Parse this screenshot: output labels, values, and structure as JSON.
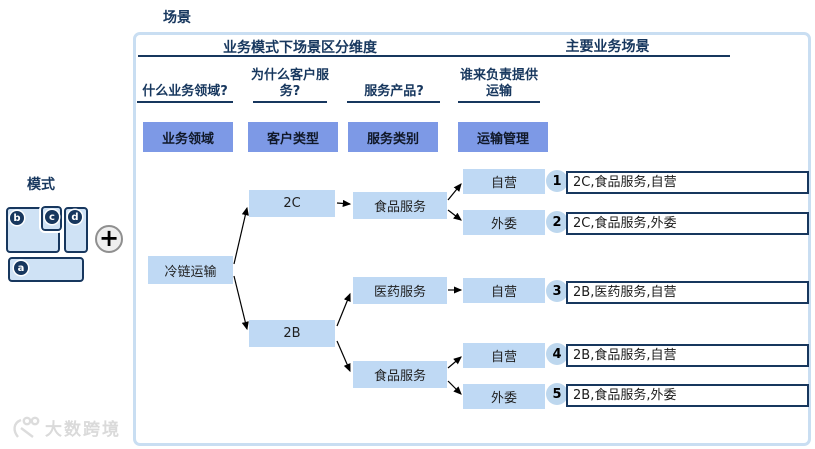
{
  "labels": {
    "scenario": "场景",
    "mode": "模式",
    "plus": "+"
  },
  "panel": {
    "dimension_section_title": "业务模式下场景区分维度",
    "main_scenarios_title": "主要业务场景",
    "columns": [
      {
        "question": "什么业务领域?",
        "header": "业务领域"
      },
      {
        "question": "为什么客户服务?",
        "header": "客户类型"
      },
      {
        "question": "服务产品?",
        "header": "服务类别"
      },
      {
        "question": "谁来负责提供运输",
        "header": "运输管理"
      }
    ]
  },
  "tree": {
    "root": "冷链运输",
    "node_2c": "2C",
    "node_2b": "2B",
    "food_service_2c": "食品服务",
    "medical_service_2b": "医药服务",
    "food_service_2b": "食品服务",
    "leaf_1": "自营",
    "leaf_2": "外委",
    "leaf_3": "自营",
    "leaf_4": "自营",
    "leaf_5": "外委"
  },
  "results": [
    {
      "num": "1",
      "text": "2C,食品服务,自营"
    },
    {
      "num": "2",
      "text": "2C,食品服务,外委"
    },
    {
      "num": "3",
      "text": "2B,医药服务,自营"
    },
    {
      "num": "4",
      "text": "2B,食品服务,自营"
    },
    {
      "num": "5",
      "text": "2B,食品服务,外委"
    }
  ],
  "mode_diagram": {
    "letter_a": "a",
    "letter_b": "b",
    "letter_c": "c",
    "letter_d": "d"
  },
  "watermark": "大数跨境",
  "colors": {
    "navy": "#17375E",
    "periwinkle": "#7D99E6",
    "node_blue": "#BFD9F4",
    "panel_border": "#C9DEF2",
    "circle_blue": "#BDD7EE"
  }
}
